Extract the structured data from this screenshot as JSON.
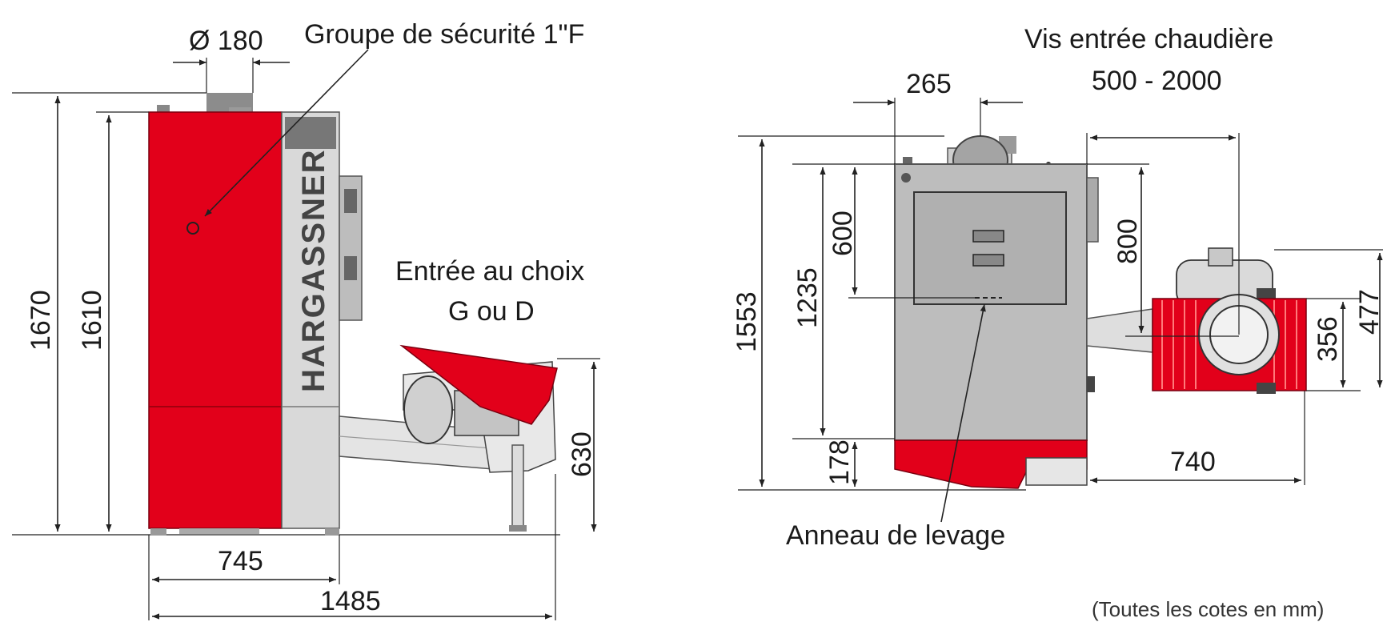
{
  "colors": {
    "boiler_red": "#e2001a",
    "casing_grey": "#d2d2d2",
    "dark_grey": "#7a7a7a",
    "line": "#222222"
  },
  "left_view": {
    "labels": {
      "flue_diameter": "Ø 180",
      "safety_group": "Groupe de sécurité 1\"F",
      "entry_choice_line1": "Entrée au choix",
      "entry_choice_line2": "G ou D",
      "brand": "HARGASSNER"
    },
    "dimensions": {
      "height_total": "1670",
      "height_body": "1610",
      "feed_height": "630",
      "width_boiler": "745",
      "width_total": "1485"
    }
  },
  "right_view": {
    "labels": {
      "screw_entry_line1": "Vis entrée chaudière",
      "screw_entry_line2": "500 - 2000",
      "lifting_ring": "Anneau de levage"
    },
    "dimensions": {
      "flue_offset": "265",
      "height_total": "1553",
      "height_inner": "1235",
      "height_600": "600",
      "height_800": "800",
      "height_178": "178",
      "width_740": "740",
      "height_356": "356",
      "height_477": "477"
    }
  },
  "footer": {
    "note": "(Toutes les cotes en mm)"
  }
}
